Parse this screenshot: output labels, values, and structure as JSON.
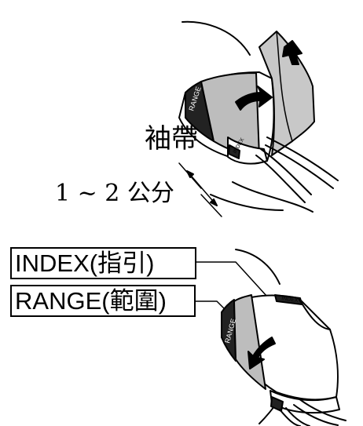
{
  "top_figure": {
    "cuff_label": "袖帶",
    "distance_label": "1 ~ 2 公分",
    "band_text": "RANGE",
    "band_small_text": "INDEX"
  },
  "bottom_figure": {
    "index_label": "INDEX(指引)",
    "range_label": "RANGE(範圍)",
    "band_text": "RANGE",
    "band_small_text": "INDEX"
  }
}
